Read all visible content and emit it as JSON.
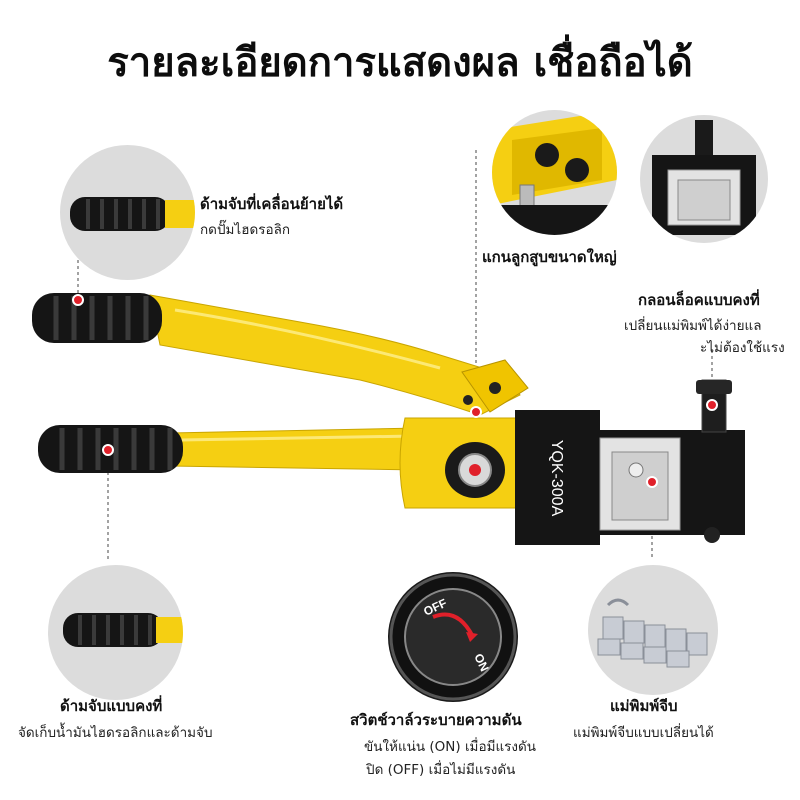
{
  "title": "รายละเอียดการแสดงผล เชื่อถือได้",
  "model_text": "YQK-300A",
  "colors": {
    "accent_yellow": "#f5cf12",
    "handle_black": "#151515",
    "marker_red": "#e0202a",
    "circle_bg": "#dcdcdc"
  },
  "callouts": {
    "movable_handle": {
      "title": "ด้ามจับที่เคลื่อนย้ายได้",
      "lines": [
        "กดปั๊มไฮดรอลิก"
      ]
    },
    "large_piston": {
      "title": "แกนลูกสูบขนาดใหญ่",
      "lines": []
    },
    "fixed_lock_bolt": {
      "title": "กลอนล็อคแบบคงที่",
      "lines": [
        "เปลี่ยนแม่พิมพ์ได้ง่ายแล",
        "ะไม่ต้องใช้แรง"
      ]
    },
    "fixed_handle": {
      "title": "ด้ามจับแบบคงที่",
      "lines": [
        "จัดเก็บน้ำมันไฮดรอลิกและด้ามจับ"
      ]
    },
    "pressure_valve": {
      "title": "สวิตช์วาล์วระบายความดัน",
      "lines": [
        "ขันให้แน่น (ON) เมื่อมีแรงดัน",
        "ปิด (OFF) เมื่อไม่มีแรงดัน"
      ]
    },
    "crimp_die": {
      "title": "แม่พิมพ์จีบ",
      "lines": [
        "แม่พิมพ์จีบแบบเปลี่ยนได้"
      ]
    }
  },
  "valve_labels": {
    "off": "OFF",
    "on": "ON"
  }
}
